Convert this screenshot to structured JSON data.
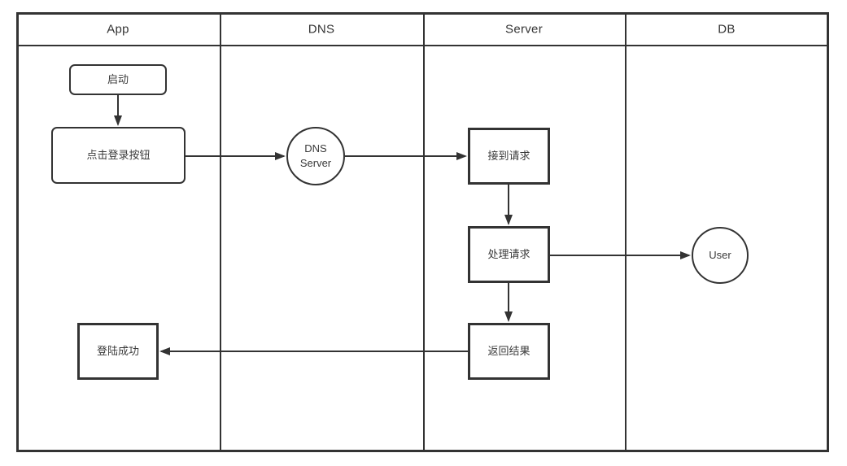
{
  "diagram": {
    "title_hint": "login sequence flowchart (swimlanes)",
    "lanes": [
      {
        "label": "App"
      },
      {
        "label": "DNS"
      },
      {
        "label": "Server"
      },
      {
        "label": "DB"
      }
    ],
    "nodes": {
      "start": "启动",
      "click_login": "点击登录按钮",
      "dns_line1": "DNS",
      "dns_line2": "Server",
      "receive_request": "接到请求",
      "process_request": "处理请求",
      "user": "User",
      "return_result": "返回结果",
      "login_success": "登陆成功"
    },
    "colors": {
      "line": "#333333",
      "text": "#333333",
      "background": "#ffffff"
    }
  }
}
